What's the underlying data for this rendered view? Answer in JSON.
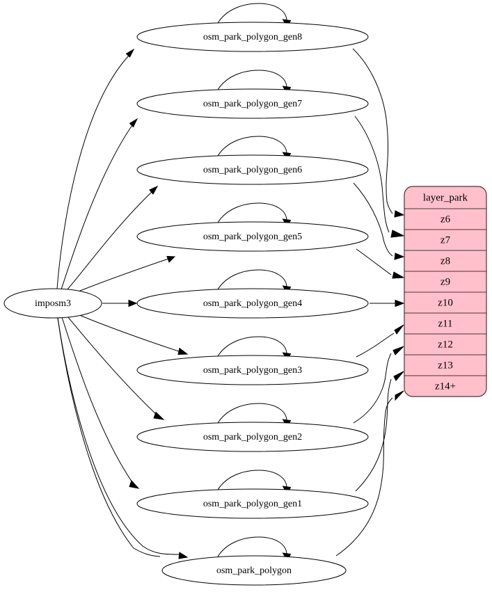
{
  "diagram": {
    "type": "directed-graph",
    "title": "",
    "background_color": "#ffffff",
    "source_node": {
      "id": "imposm3",
      "label": "imposm3",
      "shape": "ellipse",
      "fill": "#ffffff",
      "stroke": "#000000"
    },
    "table_node": {
      "id": "layer_park",
      "header": "layer_park",
      "fill": "#ffc0cb",
      "border_color": "#4d3236",
      "rows": [
        {
          "id": "z6",
          "label": "z6"
        },
        {
          "id": "z7",
          "label": "z7"
        },
        {
          "id": "z8",
          "label": "z8"
        },
        {
          "id": "z9",
          "label": "z9"
        },
        {
          "id": "z10",
          "label": "z10"
        },
        {
          "id": "z11",
          "label": "z11"
        },
        {
          "id": "z12",
          "label": "z12"
        },
        {
          "id": "z13",
          "label": "z13"
        },
        {
          "id": "z14+",
          "label": "z14+"
        }
      ]
    },
    "table_nodes": [
      {
        "id": "osm_park_polygon_gen8",
        "label": "osm_park_polygon_gen8"
      },
      {
        "id": "osm_park_polygon_gen7",
        "label": "osm_park_polygon_gen7"
      },
      {
        "id": "osm_park_polygon_gen6",
        "label": "osm_park_polygon_gen6"
      },
      {
        "id": "osm_park_polygon_gen5",
        "label": "osm_park_polygon_gen5"
      },
      {
        "id": "osm_park_polygon_gen4",
        "label": "osm_park_polygon_gen4"
      },
      {
        "id": "osm_park_polygon_gen3",
        "label": "osm_park_polygon_gen3"
      },
      {
        "id": "osm_park_polygon_gen2",
        "label": "osm_park_polygon_gen2"
      },
      {
        "id": "osm_park_polygon_gen1",
        "label": "osm_park_polygon_gen1"
      },
      {
        "id": "osm_park_polygon",
        "label": "osm_park_polygon"
      }
    ],
    "edges": [
      {
        "from": "imposm3",
        "to": "osm_park_polygon_gen8"
      },
      {
        "from": "imposm3",
        "to": "osm_park_polygon_gen7"
      },
      {
        "from": "imposm3",
        "to": "osm_park_polygon_gen6"
      },
      {
        "from": "imposm3",
        "to": "osm_park_polygon_gen5"
      },
      {
        "from": "imposm3",
        "to": "osm_park_polygon_gen4"
      },
      {
        "from": "imposm3",
        "to": "osm_park_polygon_gen3"
      },
      {
        "from": "imposm3",
        "to": "osm_park_polygon_gen2"
      },
      {
        "from": "imposm3",
        "to": "osm_park_polygon_gen1"
      },
      {
        "from": "imposm3",
        "to": "osm_park_polygon"
      },
      {
        "from": "osm_park_polygon_gen8",
        "to": "osm_park_polygon_gen8"
      },
      {
        "from": "osm_park_polygon_gen7",
        "to": "osm_park_polygon_gen7"
      },
      {
        "from": "osm_park_polygon_gen6",
        "to": "osm_park_polygon_gen6"
      },
      {
        "from": "osm_park_polygon_gen5",
        "to": "osm_park_polygon_gen5"
      },
      {
        "from": "osm_park_polygon_gen4",
        "to": "osm_park_polygon_gen4"
      },
      {
        "from": "osm_park_polygon_gen3",
        "to": "osm_park_polygon_gen3"
      },
      {
        "from": "osm_park_polygon_gen2",
        "to": "osm_park_polygon_gen2"
      },
      {
        "from": "osm_park_polygon_gen1",
        "to": "osm_park_polygon_gen1"
      },
      {
        "from": "osm_park_polygon",
        "to": "osm_park_polygon"
      },
      {
        "from": "osm_park_polygon_gen8",
        "to": "z6"
      },
      {
        "from": "osm_park_polygon_gen7",
        "to": "z7"
      },
      {
        "from": "osm_park_polygon_gen6",
        "to": "z8"
      },
      {
        "from": "osm_park_polygon_gen5",
        "to": "z9"
      },
      {
        "from": "osm_park_polygon_gen4",
        "to": "z10"
      },
      {
        "from": "osm_park_polygon_gen3",
        "to": "z11"
      },
      {
        "from": "osm_park_polygon_gen2",
        "to": "z12"
      },
      {
        "from": "osm_park_polygon_gen1",
        "to": "z13"
      },
      {
        "from": "osm_park_polygon",
        "to": "z14+"
      }
    ]
  }
}
